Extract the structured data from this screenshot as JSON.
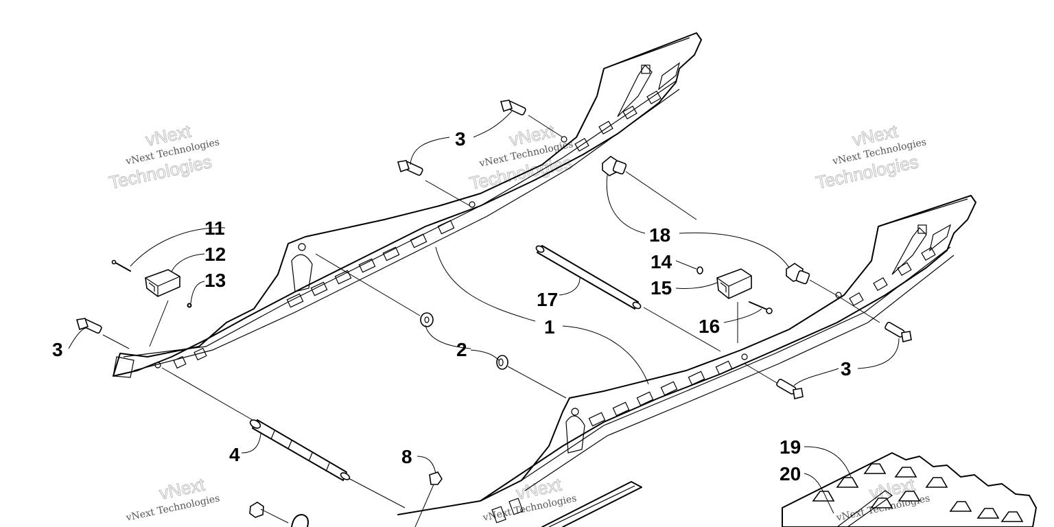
{
  "callouts": {
    "c1": "1",
    "c2": "2",
    "c3a": "3",
    "c3b": "3",
    "c3c": "3",
    "c4": "4",
    "c8": "8",
    "c11": "11",
    "c12": "12",
    "c13": "13",
    "c14": "14",
    "c15": "15",
    "c16": "16",
    "c17": "17",
    "c18": "18",
    "c19": "19",
    "c20": "20"
  },
  "watermark": {
    "line_small": "vNext Technologies",
    "outline_top": "vNext",
    "outline_bottom": "Technologies"
  }
}
